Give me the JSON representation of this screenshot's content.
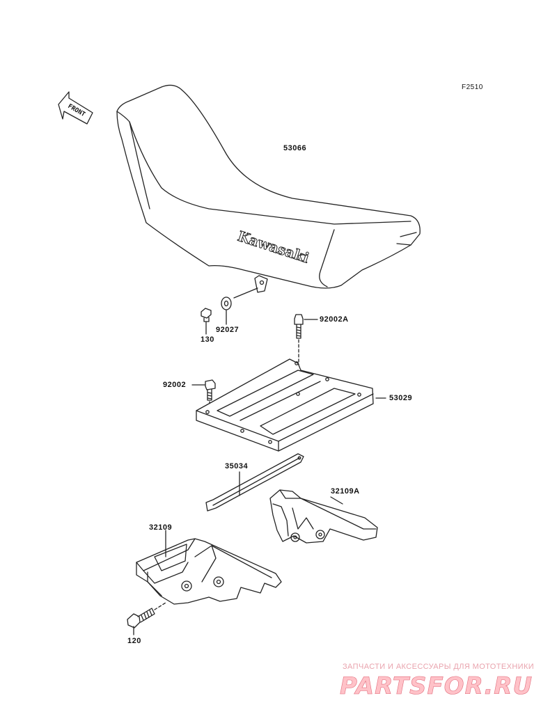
{
  "figure_code": "F2510",
  "front_label": "FRONT",
  "seat_brand": "Kawasaki",
  "part_labels": {
    "seat": "53066",
    "washer": "92027",
    "bolt_130": "130",
    "bolt_92002A": "92002A",
    "bolt_92002": "92002",
    "seat_base": "53029",
    "strap": "35034",
    "bracket_right": "32109A",
    "bracket_left": "32109",
    "bolt_120": "120"
  },
  "watermark": {
    "tagline": "ЗАПЧАСТИ И АКСЕССУАРЫ ДЛЯ МОТОТЕХНИКИ",
    "brand": "PARTSFOR.RU"
  },
  "colors": {
    "line": "#222222",
    "watermark_text": "#e9a3ad",
    "watermark_logo": "#ffc2c8"
  }
}
